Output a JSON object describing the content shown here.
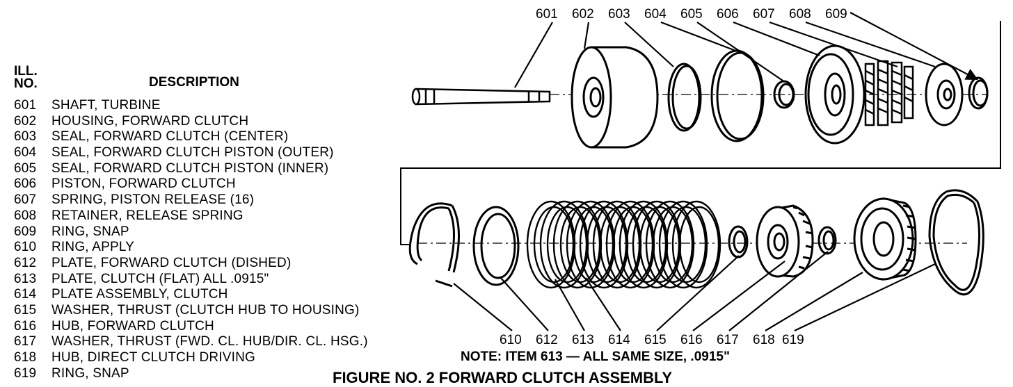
{
  "legend": {
    "header_ill": "ILL.",
    "header_no": "NO.",
    "header_description": "DESCRIPTION",
    "items": [
      {
        "no": "601",
        "desc": "SHAFT, TURBINE"
      },
      {
        "no": "602",
        "desc": "HOUSING, FORWARD CLUTCH"
      },
      {
        "no": "603",
        "desc": "SEAL, FORWARD CLUTCH (CENTER)"
      },
      {
        "no": "604",
        "desc": "SEAL, FORWARD CLUTCH PISTON (OUTER)"
      },
      {
        "no": "605",
        "desc": "SEAL, FORWARD CLUTCH PISTON (INNER)"
      },
      {
        "no": "606",
        "desc": "PISTON, FORWARD CLUTCH"
      },
      {
        "no": "607",
        "desc": "SPRING, PISTON RELEASE (16)"
      },
      {
        "no": "608",
        "desc": "RETAINER, RELEASE SPRING"
      },
      {
        "no": "609",
        "desc": "RING, SNAP"
      },
      {
        "no": "610",
        "desc": "RING, APPLY"
      },
      {
        "no": "612",
        "desc": "PLATE, FORWARD CLUTCH (DISHED)"
      },
      {
        "no": "613",
        "desc": "PLATE, CLUTCH (FLAT) ALL .0915\""
      },
      {
        "no": "614",
        "desc": "PLATE ASSEMBLY, CLUTCH"
      },
      {
        "no": "615",
        "desc": "WASHER, THRUST (CLUTCH HUB TO HOUSING)"
      },
      {
        "no": "616",
        "desc": "HUB, FORWARD CLUTCH"
      },
      {
        "no": "617",
        "desc": "WASHER, THRUST (FWD. CL. HUB/DIR. CL. HSG.)"
      },
      {
        "no": "618",
        "desc": "HUB, DIRECT CLUTCH DRIVING"
      },
      {
        "no": "619",
        "desc": "RING, SNAP"
      }
    ]
  },
  "callouts_top": [
    "601",
    "602",
    "603",
    "604",
    "605",
    "606",
    "607",
    "608",
    "609"
  ],
  "callouts_bottom": [
    "610",
    "612",
    "613",
    "614",
    "615",
    "616",
    "617",
    "618",
    "619"
  ],
  "note": "NOTE: ITEM 613 — ALL SAME SIZE, .0915\"",
  "caption": "FIGURE NO. 2 FORWARD CLUTCH ASSEMBLY"
}
